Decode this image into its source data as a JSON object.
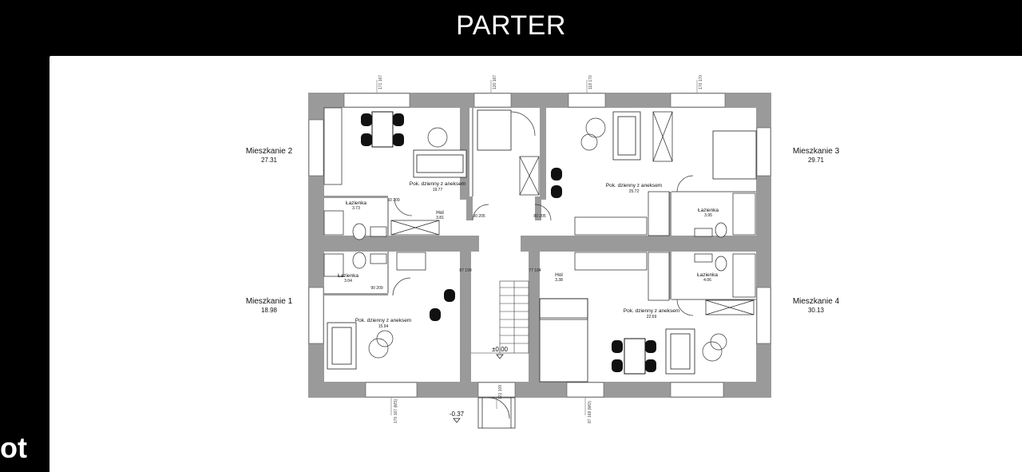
{
  "header": {
    "title": "PARTER"
  },
  "watermark": "ot",
  "apartments": [
    {
      "name": "Mieszkanie 2",
      "area": "27.31"
    },
    {
      "name": "Mieszkanie 3",
      "area": "29.71"
    },
    {
      "name": "Mieszkanie 1",
      "area": "18.98"
    },
    {
      "name": "Mieszkanie 4",
      "area": "30.13"
    }
  ],
  "rooms": {
    "living_2": {
      "name": "Pok. dzienny z aneksem",
      "area": "19.77"
    },
    "living_3": {
      "name": "Pok. dzienny z aneksem",
      "area": "25.72"
    },
    "living_1": {
      "name": "Pok. dzienny z aneksem",
      "area": "15.94"
    },
    "living_4": {
      "name": "Pok. dzienny z aneksem",
      "area": "22.69"
    },
    "bath_2": {
      "name": "Łazienka",
      "area": "3.73"
    },
    "bath_3": {
      "name": "Łazienka",
      "area": "3.95"
    },
    "bath_1": {
      "name": "Łazienka",
      "area": "3.04"
    },
    "bath_4": {
      "name": "Łazienka",
      "area": "4.06"
    },
    "hall_2": {
      "name": "Hol",
      "area": "3.81"
    },
    "hall_1": {
      "name": "Hol",
      "area": "3.38"
    }
  },
  "levels": {
    "ground": "±0.00",
    "entrance": "-0.37"
  },
  "dims_top": [
    "171 167",
    "120 167",
    "118 170",
    "170 170"
  ],
  "dims_bottom": [
    "170 167 (MS)",
    "122 109",
    "87 168 (MO)"
  ],
  "door_dims": [
    "87 199",
    "77 184",
    "90 205",
    "80 205",
    "60 209",
    "90 209"
  ]
}
